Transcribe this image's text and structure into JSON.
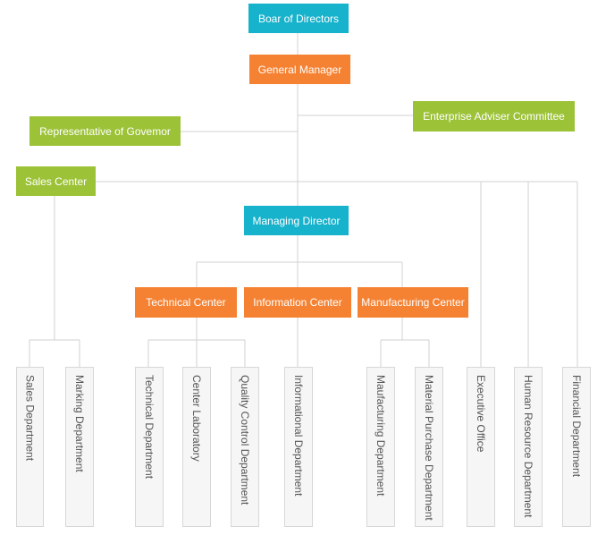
{
  "nodes": {
    "board": "Boar of Directors",
    "general_manager": "General Manager",
    "representative": "Representative of Govemor",
    "adviser_committee": "Enterprise Adviser Committee",
    "sales_center": "Sales Center",
    "managing_director": "Managing Director",
    "technical_center": "Technical Center",
    "information_center": "Information Center",
    "manufacturing_center": "Manufacturing Center"
  },
  "departments": [
    "Sales Department",
    "Marking Department",
    "Technical Department",
    "Center Laboratory",
    "Quality Control Department",
    "Informational Department",
    "Maufacturing Department",
    "Material Purchase Department",
    "Executive Office",
    "Human Resource Department",
    "Financial Department"
  ],
  "colors": {
    "top": "#17b2cc",
    "center": "#f58233",
    "side": "#9cc238",
    "connector": "#d0d0d0"
  }
}
